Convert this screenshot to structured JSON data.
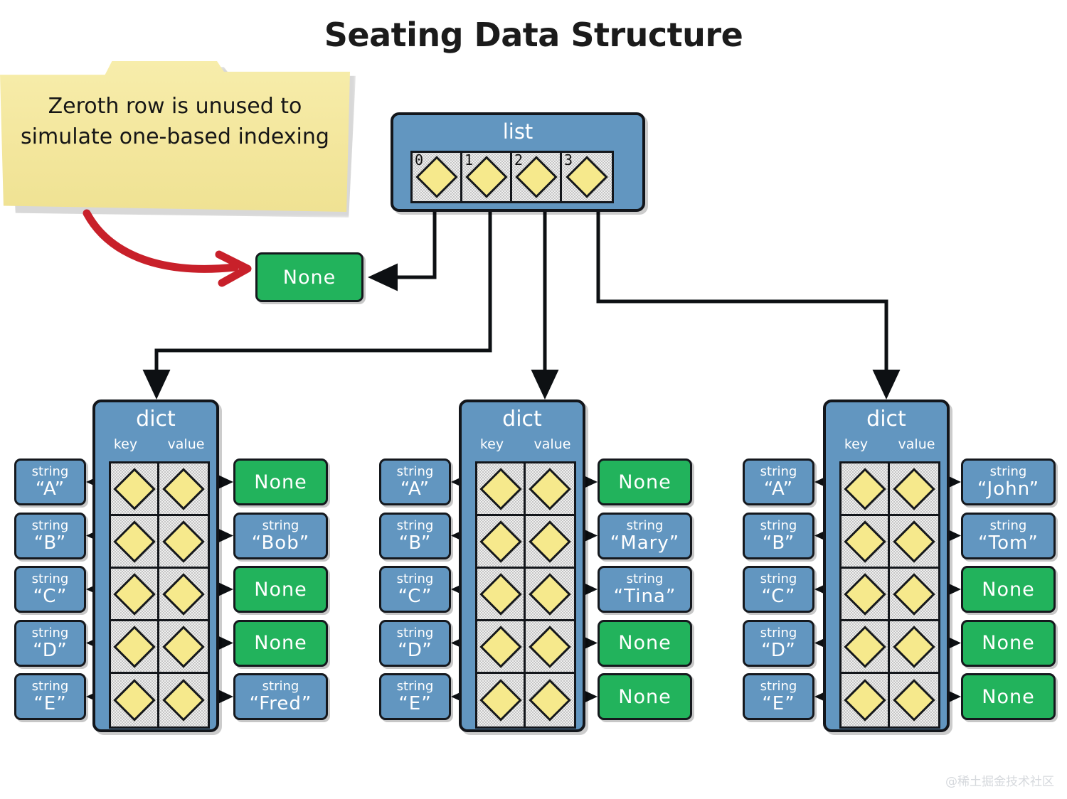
{
  "page": {
    "title": "Seating Data Structure",
    "watermark": "@稀土掘金技术社区"
  },
  "annotation": {
    "note_text": "Zeroth row is unused to simulate one-based indexing",
    "arrow": "red-curved-arrow"
  },
  "list": {
    "label": "list",
    "indices": [
      "0",
      "1",
      "2",
      "3"
    ],
    "targets": [
      "None",
      "dict-1",
      "dict-2",
      "dict-3"
    ]
  },
  "root_none": {
    "label": "None"
  },
  "dicts": [
    {
      "label": "dict",
      "col_key": "key",
      "col_value": "value",
      "rows": [
        {
          "key_type": "string",
          "key": "“A”",
          "value_type": "",
          "value": "None",
          "value_kind": "none"
        },
        {
          "key_type": "string",
          "key": "“B”",
          "value_type": "string",
          "value": "“Bob”",
          "value_kind": "string"
        },
        {
          "key_type": "string",
          "key": "“C”",
          "value_type": "",
          "value": "None",
          "value_kind": "none"
        },
        {
          "key_type": "string",
          "key": "“D”",
          "value_type": "",
          "value": "None",
          "value_kind": "none"
        },
        {
          "key_type": "string",
          "key": "“E”",
          "value_type": "string",
          "value": "“Fred”",
          "value_kind": "string"
        }
      ]
    },
    {
      "label": "dict",
      "col_key": "key",
      "col_value": "value",
      "rows": [
        {
          "key_type": "string",
          "key": "“A”",
          "value_type": "",
          "value": "None",
          "value_kind": "none"
        },
        {
          "key_type": "string",
          "key": "“B”",
          "value_type": "string",
          "value": "“Mary”",
          "value_kind": "string"
        },
        {
          "key_type": "string",
          "key": "“C”",
          "value_type": "string",
          "value": "“Tina”",
          "value_kind": "string"
        },
        {
          "key_type": "string",
          "key": "“D”",
          "value_type": "",
          "value": "None",
          "value_kind": "none"
        },
        {
          "key_type": "string",
          "key": "“E”",
          "value_type": "",
          "value": "None",
          "value_kind": "none"
        }
      ]
    },
    {
      "label": "dict",
      "col_key": "key",
      "col_value": "value",
      "rows": [
        {
          "key_type": "string",
          "key": "“A”",
          "value_type": "string",
          "value": "“John”",
          "value_kind": "string"
        },
        {
          "key_type": "string",
          "key": "“B”",
          "value_type": "string",
          "value": "“Tom”",
          "value_kind": "string"
        },
        {
          "key_type": "string",
          "key": "“C”",
          "value_type": "",
          "value": "None",
          "value_kind": "none"
        },
        {
          "key_type": "string",
          "key": "“D”",
          "value_type": "",
          "value": "None",
          "value_kind": "none"
        },
        {
          "key_type": "string",
          "key": "“E”",
          "value_type": "",
          "value": "None",
          "value_kind": "none"
        }
      ]
    }
  ],
  "colors": {
    "blue": "#6296c0",
    "green": "#22b35c",
    "yellow": "#f6e98c",
    "note": "#f3e69c",
    "red_arrow": "#c8202a",
    "outline": "#13161b"
  }
}
